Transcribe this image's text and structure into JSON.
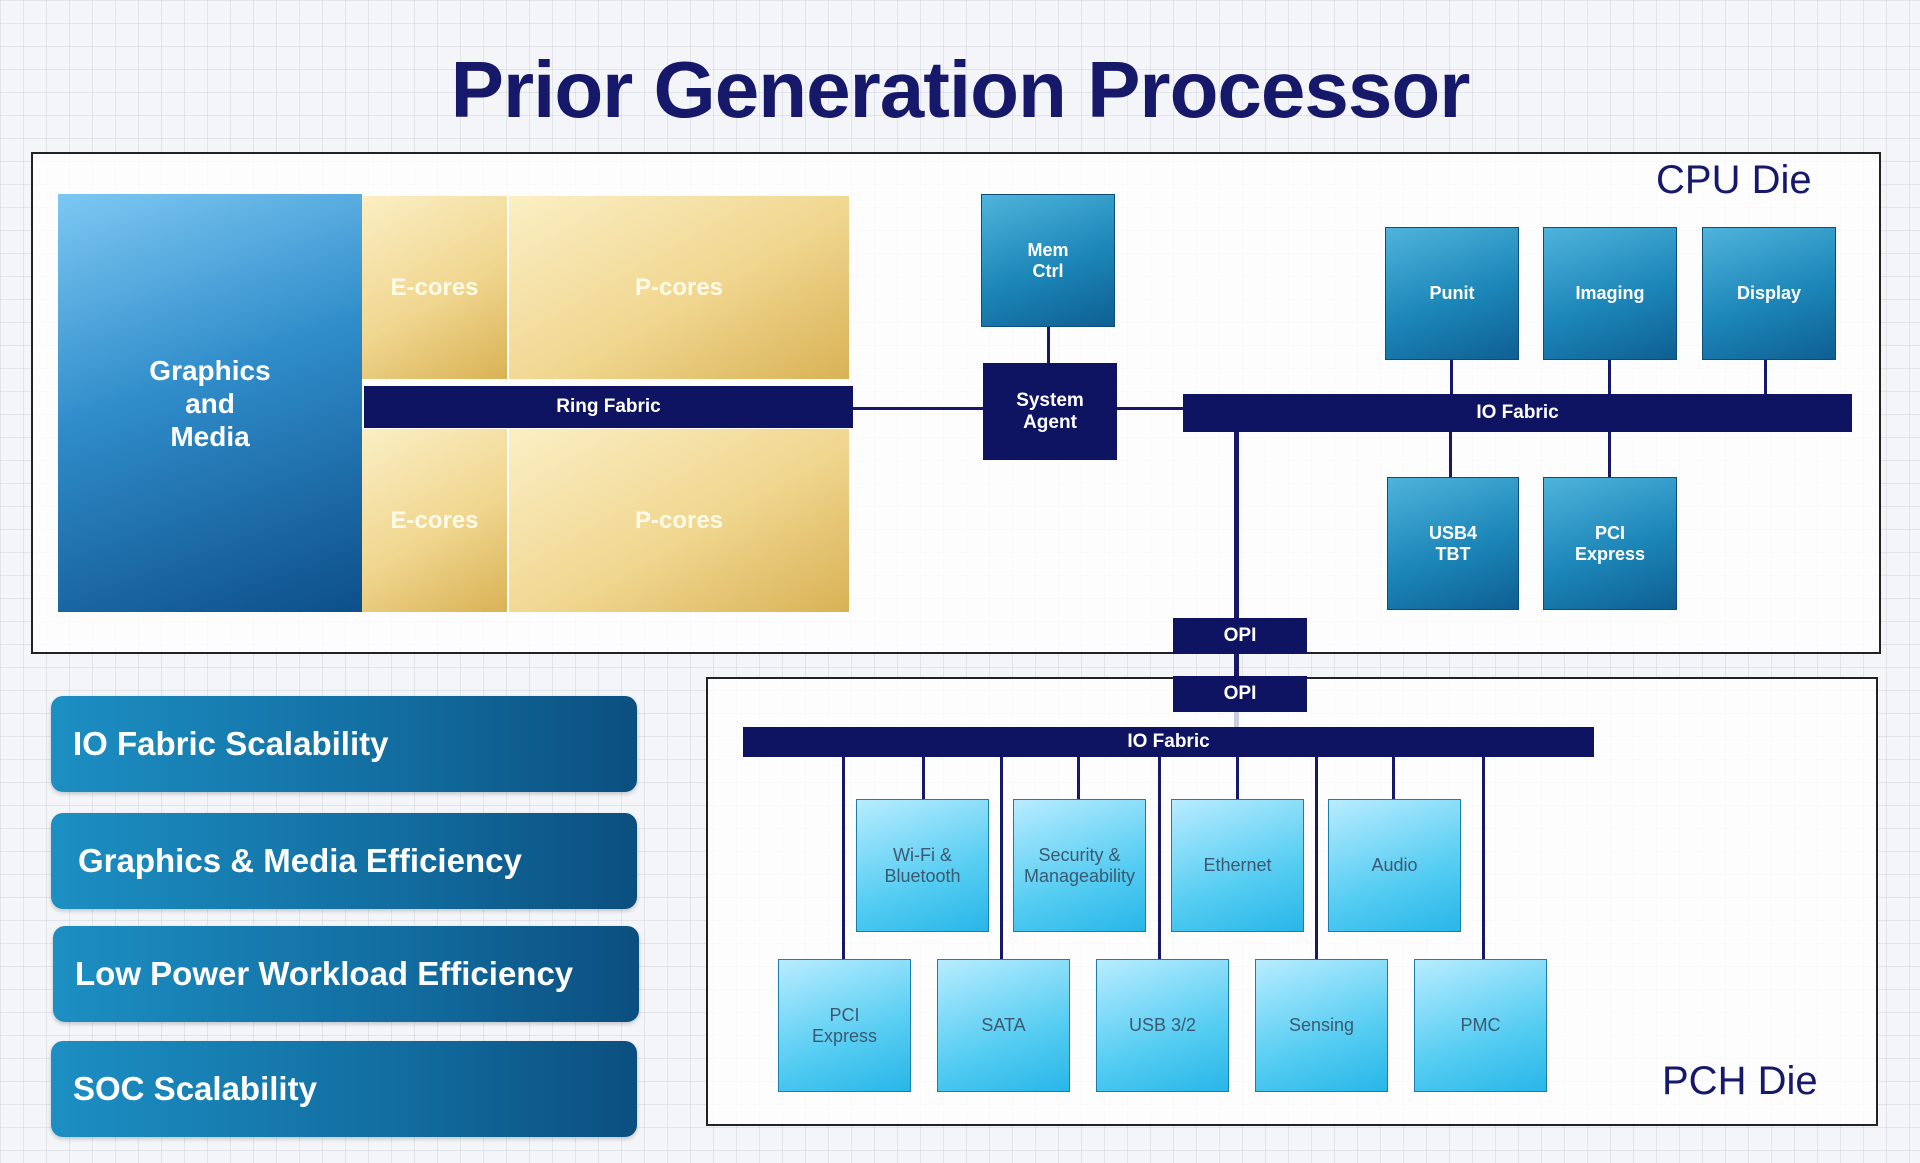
{
  "title": "Prior Generation Processor",
  "cpu_die": {
    "label": "CPU Die",
    "graphics": "Graphics\nand\nMedia",
    "ecores_top": "E-cores",
    "pcores_top": "P-cores",
    "ecores_bottom": "E-cores",
    "pcores_bottom": "P-cores",
    "ring_fabric": "Ring Fabric",
    "mem_ctrl": "Mem\nCtrl",
    "system_agent": "System\nAgent",
    "punit": "Punit",
    "imaging": "Imaging",
    "display": "Display",
    "io_fabric": "IO Fabric",
    "usb4": "USB4\nTBT",
    "pci_express": "PCI\nExpress",
    "opi": "OPI"
  },
  "pch_die": {
    "label": "PCH Die",
    "opi": "OPI",
    "io_fabric": "IO Fabric",
    "wifi": "Wi-Fi &\nBluetooth",
    "security": "Security &\nManageability",
    "ethernet": "Ethernet",
    "audio": "Audio",
    "pci_express": "PCI\nExpress",
    "sata": "SATA",
    "usb": "USB 3/2",
    "sensing": "Sensing",
    "pmc": "PMC"
  },
  "features": [
    "IO Fabric Scalability",
    "Graphics & Media Efficiency",
    "Low Power Workload Efficiency",
    "SOC Scalability"
  ]
}
